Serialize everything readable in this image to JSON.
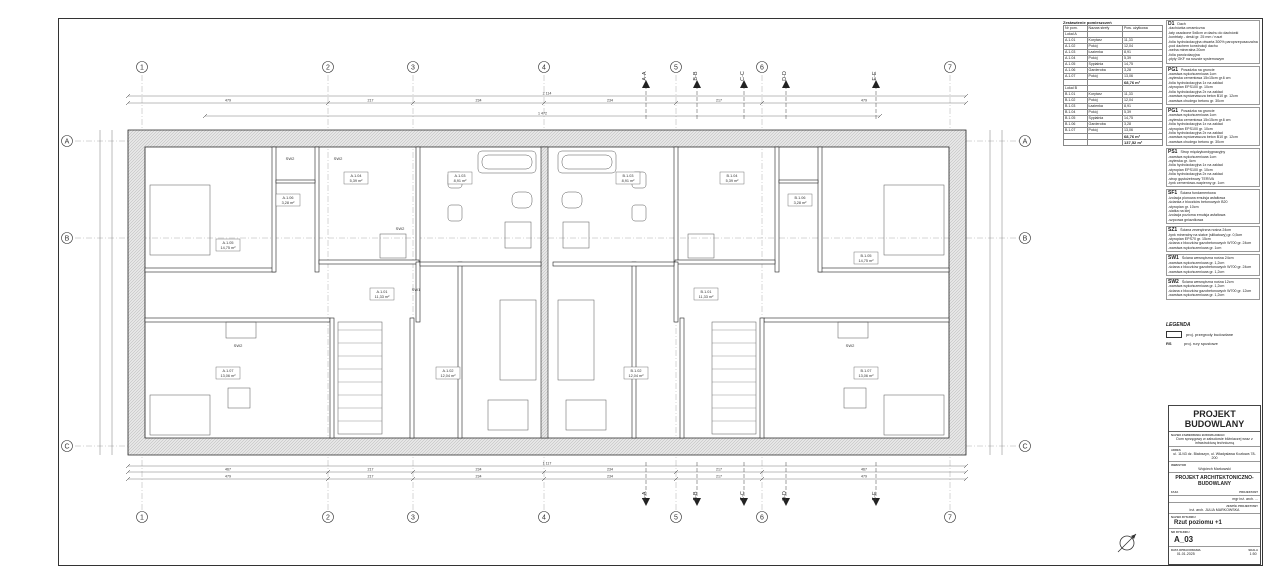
{
  "grid_axes": {
    "vertical": [
      "1",
      "2",
      "3",
      "4",
      "5",
      "6",
      "7"
    ],
    "horizontal": [
      "A",
      "B",
      "C"
    ],
    "sections": [
      "A-A",
      "B-B",
      "C-C",
      "D-D",
      "E-E"
    ]
  },
  "dimensions": {
    "top_total": "2 114",
    "top_segments": [
      "479",
      "217",
      "234",
      "234",
      "217",
      "479"
    ],
    "top_inner_total": "1 472",
    "bottom_total": "1 117",
    "bottom_segments": [
      "467",
      "217",
      "234",
      "234",
      "217",
      "467"
    ],
    "bottom_segments_2": [
      "479",
      "217",
      "234",
      "234",
      "217",
      "479"
    ]
  },
  "rooms_plan": [
    {
      "id": "A.1.05",
      "area": "14,75 m²"
    },
    {
      "id": "A.1.06",
      "area": "3,28 m²"
    },
    {
      "id": "A.1.04",
      "area": "5,39 m²"
    },
    {
      "id": "A.1.03",
      "area": "8,91 m²"
    },
    {
      "id": "B.1.03",
      "area": "8,91 m²"
    },
    {
      "id": "B.1.04",
      "area": "5,39 m²"
    },
    {
      "id": "B.1.06",
      "area": "3,28 m²"
    },
    {
      "id": "B.1.05",
      "area": "14,75 m²"
    },
    {
      "id": "A.1.01",
      "area": "11,33 m²"
    },
    {
      "id": "B.1.01",
      "area": "11,33 m²"
    },
    {
      "id": "A.1.07",
      "area": "13,06 m²"
    },
    {
      "id": "A.1.02",
      "area": "12,04 m²"
    },
    {
      "id": "B.1.02",
      "area": "12,04 m²"
    },
    {
      "id": "B.1.07",
      "area": "13,06 m²"
    }
  ],
  "wall_tags": [
    "SW1",
    "SW2",
    "SW2",
    "SW2",
    "SW2",
    "SW2"
  ],
  "room_table": {
    "title": "Zestawienie pomieszczeń",
    "headers": [
      "Nr pom.",
      "Nazwa strefy",
      "Pow. użytkowa"
    ],
    "groups": [
      {
        "name": "Lokal A",
        "rows": [
          [
            "A.1.01",
            "Korytarz",
            "11,33"
          ],
          [
            "A.1.02",
            "Pokój",
            "12,04"
          ],
          [
            "A.1.03",
            "Łazienka",
            "8,91"
          ],
          [
            "A.1.04",
            "Pokój",
            "5,39"
          ],
          [
            "A.1.05",
            "Sypialnia",
            "14,75"
          ],
          [
            "A.1.06",
            "Garderoba",
            "3,28"
          ],
          [
            "A.1.07",
            "Pokój",
            "13,06"
          ]
        ],
        "total": "68,76 m²"
      },
      {
        "name": "Lokal B",
        "rows": [
          [
            "B.1.01",
            "Korytarz",
            "11,33"
          ],
          [
            "B.1.02",
            "Pokój",
            "12,04"
          ],
          [
            "B.1.03",
            "Łazienka",
            "8,91"
          ],
          [
            "B.1.04",
            "Pokój",
            "5,39"
          ],
          [
            "B.1.05",
            "Sypialnia",
            "14,75"
          ],
          [
            "B.1.06",
            "Garderoba",
            "3,28"
          ],
          [
            "B.1.07",
            "Pokój",
            "13,06"
          ]
        ],
        "total": "68,76 m²"
      }
    ],
    "grand_total": "137,52 m²"
  },
  "spec": [
    {
      "code": "D1",
      "name": "Dach",
      "lines": [
        "-dachówka ceramiczna",
        "-łaty osadzone 5x8cm w dachu do dachówki",
        "-kontrłaty - deski gr. 25 mm / ruszt",
        "-folia hydroizolacyjna otwarta 300% paroprzepuszczalna",
        "-pod dachem konstrukcji dachu",
        "-wełna mineralna 20cm",
        "-folia paroizolacyjna",
        "-płyty GKF na ruszcie systemowym"
      ]
    },
    {
      "code": "PG1",
      "name": "Posadzka na gruncie",
      "lines": [
        "-warstwa wykończeniowa 1cm",
        "-wylewka cementowa 15x15cm gr.6 cm",
        "-folia hydroizolacyjna 1x na zakład",
        "-styropian EPS100 gr. 10cm",
        "-folia hydroizolacyjna 2x na zakład",
        "-warstwa wyrównawcza beton B10 gr. 12cm",
        "-warstwa chudego betonu gr. 30cm"
      ]
    },
    {
      "code": "PG1",
      "name": "Posadzka na gruncie",
      "lines": [
        "-warstwa wykończeniowa 1cm",
        "-wylewka cementowa 15x15cm gr.6 cm",
        "-folia hydroizolacyjna 1x na zakład",
        "-styropian EPS100 gr. 10cm",
        "-folia hydroizolacyjna 2x na zakład",
        "-warstwa wyrównawcza beton B10 gr. 12cm",
        "-warstwa chudego betonu gr. 30cm"
      ]
    },
    {
      "code": "PS1",
      "name": "Strop międzykondygnacyjny",
      "lines": [
        "-warstwa wykończeniowa 1cm",
        "-wylewka gr. 4cm",
        "-folia hydroizolacyjna 1x na zakład",
        "-styropian EPS100 gr. 10cm",
        "-folia hydroizolacyjna 2x na zakład",
        "-strop gęstożebrowy TERIVA",
        "-tynk cementowo-wapienny gr. 1cm"
      ]
    },
    {
      "code": "SF1",
      "name": "Ściana fundamentowa",
      "lines": [
        "-izolacja pionowa emulsja asfaltowa",
        "-ścianka z bloczków betonowych B20",
        "-styropian gr. 10cm",
        "-siatka na klej",
        "-izolacja pozioma emulsja asfaltowa",
        "-szpcowa gniazdkowa"
      ]
    },
    {
      "code": "SZ1",
      "name": "Ściana zewnętrzna nośna 24cm",
      "lines": [
        "-tynk mineralny na siatce (silikatowy) gr. 0,5cm",
        "-styropian EPS70 gr. 15cm",
        "-ściana z bloczków gazobetonowych W700 gr. 24cm",
        "-warstwa wykończeniowa gr. 1cm"
      ]
    },
    {
      "code": "SW1",
      "name": "Ściana wewnętrzna nośna 24cm",
      "lines": [
        "-warstwa wykończeniowa gr. 1,2cm",
        "-ściana z bloczków gazobetonowych W700 gr. 24cm",
        "-warstwa wykończeniowa gr. 1,2cm"
      ]
    },
    {
      "code": "SW2",
      "name": "Ściana wewnętrzna nośna 12cm",
      "lines": [
        "-warstwa wykończeniowa gr. 1,2cm",
        "-ściana z bloczków gazobetonowych W700 gr. 12cm",
        "-warstwa wykończeniowa gr. 1,2cm"
      ]
    }
  ],
  "legend": {
    "title": "LEGENDA",
    "items": [
      {
        "sym": "",
        "label": "proj. przegrody budowlane"
      },
      {
        "sym": "RS",
        "label": "proj. rury spustowe"
      }
    ]
  },
  "title_block": {
    "project": "PROJEKT BUDOWLANY",
    "investor_label": "NAZWA ZAMIERZENIA BUDOWLANEGO",
    "investor_value": "Dom sprzęgowy w zabudowie bliźniaczej wraz z infrastrukturą techniczną",
    "address_label": "ADRES",
    "address_value": "ul. 11/43 dz. Białoszyn, ul. Władysława Kozłowa 78-200",
    "owner_label": "INWESTOR",
    "owner_value": "Wojciech Markowski",
    "company": "PROJEKT ARCHITEKTONICZNO-BUDOWLANY",
    "stage_label": "FAZA",
    "designer_label": "PROJEKTANT",
    "designer_value": "mgr inż. arch. ...",
    "author_label": "ZESPÓŁ PROJEKTOWY",
    "author_value": "inż. arch. JULIA MARKOWSKA",
    "drawing_label": "NAZWA RYSUNKU",
    "drawing_value": "Rzut poziomu +1",
    "number_label": "NR RYSUNKU",
    "number_value": "A_03",
    "date_label": "DATA OPRACOWANIA",
    "date_value": "01.01.2025",
    "scale_label": "SKALA",
    "scale_value": "1:50"
  }
}
